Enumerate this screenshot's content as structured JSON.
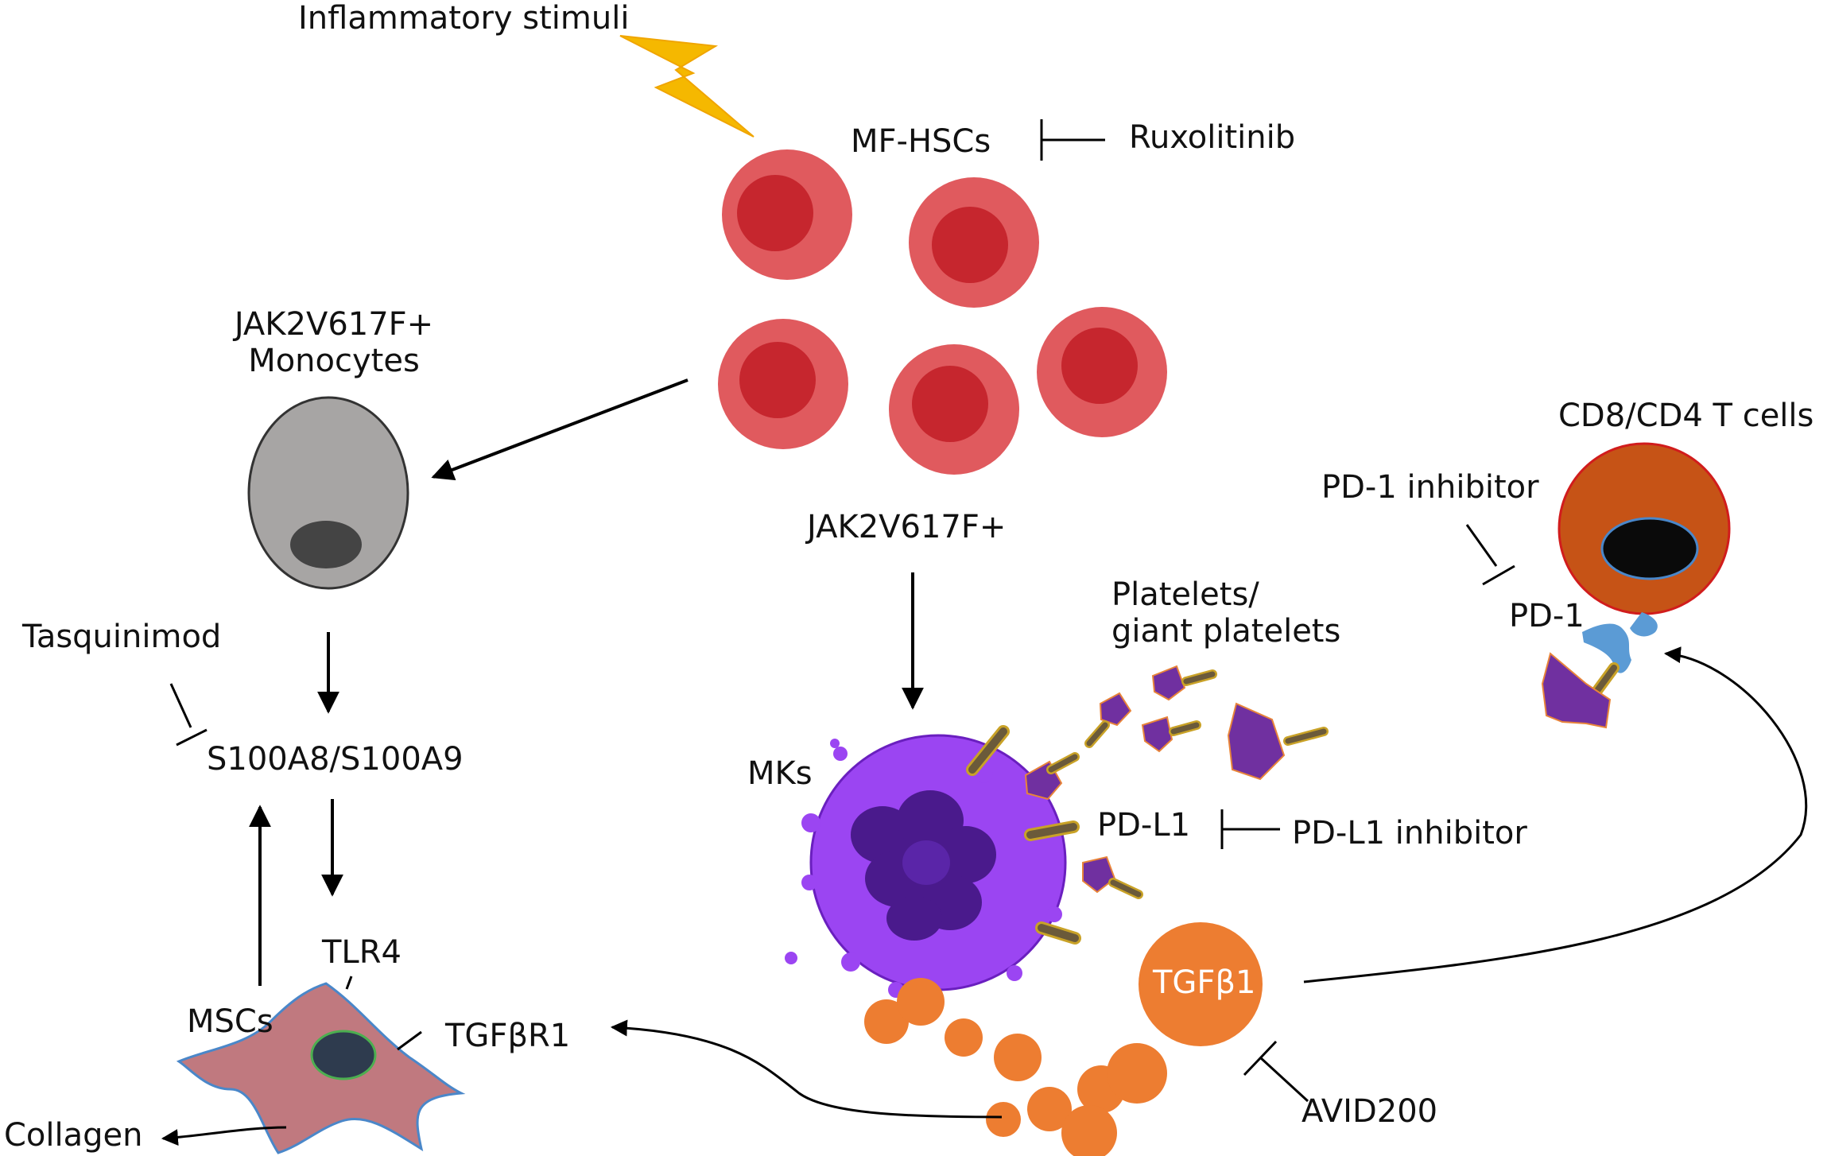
{
  "labels": {
    "inflammatory_stimuli": "Inflammatory stimuli",
    "mf_hscs": "MF-HSCs",
    "ruxolitinib": "Ruxolitinib",
    "jak2_monocytes_line1": "JAK2V617F+",
    "jak2_monocytes_line2": "Monocytes",
    "jak2_center": "JAK2V617F+",
    "tasquinimod": "Tasquinimod",
    "s100a8_s100a9": "S100A8/S100A9",
    "tlr4": "TLR4",
    "mscs": "MSCs",
    "tgfbr1": "TGFβR1",
    "collagen": "Collagen",
    "mks": "MKs",
    "platelets_line1": "Platelets/",
    "platelets_line2": "giant platelets",
    "pd_l1": "PD-L1",
    "pd_l1_inhibitor": "PD-L1 inhibitor",
    "tgfb1": "TGFβ1",
    "avid200": "AVID200",
    "cd8_cd4": "CD8/CD4 T cells",
    "pd1_inhibitor": "PD-1 inhibitor",
    "pd1": "PD-1"
  },
  "colors": {
    "hsc_outer": "#e05a5e",
    "hsc_inner": "#c6262e",
    "monocyte": "#a7a5a4",
    "monocyte_nucleus": "#444444",
    "mk_body": "#9b45f2",
    "mk_nucleus": "#4a1a8c",
    "platelet": "#7030a0",
    "platelet_edge": "#e8843a",
    "pd_l1_rod": "#6b5a3a",
    "pd_l1_rod_edge": "#c9a227",
    "tgfb": "#ed7d31",
    "t_cell": "#c65316",
    "t_cell_nucleus": "#0a0a0a",
    "pd1_receptor": "#5b9bd5",
    "msc": "#c0797f",
    "msc_nucleus": "#2e3b4e",
    "lightning": "#f5b800"
  }
}
